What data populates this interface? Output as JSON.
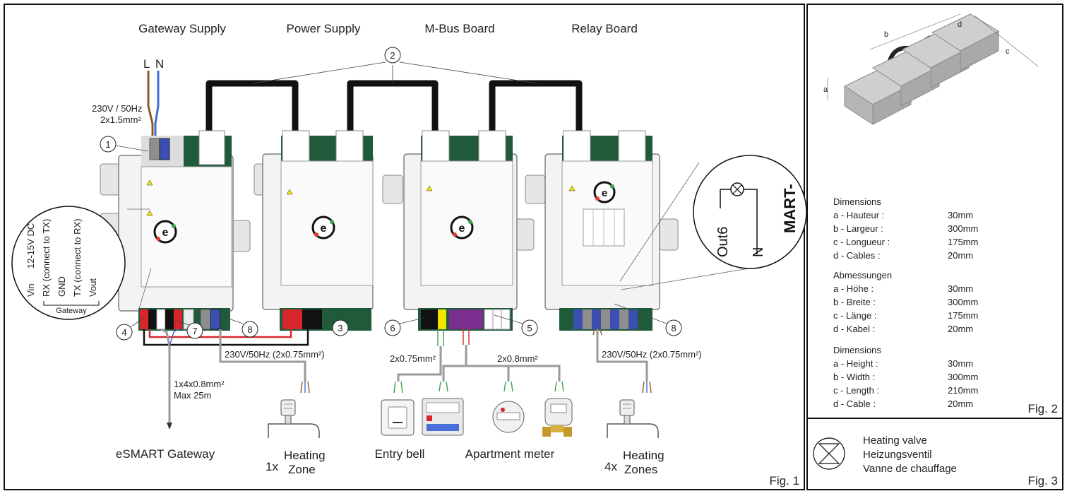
{
  "fig1": {
    "headers": [
      "Gateway Supply",
      "Power Supply",
      "M-Bus Board",
      "Relay Board"
    ],
    "line_labels": [
      "L",
      "N"
    ],
    "supply_voltage": "230V / 50Hz",
    "supply_cable": "2x1.5mm²",
    "callouts": [
      "1",
      "2",
      "3",
      "4",
      "5",
      "6",
      "7",
      "8",
      "8"
    ],
    "zoom_left": {
      "vin_text": "12-15V DC",
      "vin": "Vin",
      "rx": "RX (connect to TX)",
      "gnd": "GND",
      "tx": "TX (connect to RX)",
      "vout": "Vout",
      "gateway": "Gateway"
    },
    "zoom_right": {
      "out": "Out6",
      "n": "N",
      "brand": "MART-"
    },
    "cable_labels": {
      "gateway_cable": "1x4x0.8mm²",
      "gateway_max": "Max 25m",
      "zone1": "230V/50Hz (2x0.75mm²)",
      "bell": "2x0.75mm²",
      "meter": "2x0.8mm²",
      "zones4": "230V/50Hz (2x0.75mm²)"
    },
    "bottom_labels": {
      "gateway": "eSMART Gateway",
      "zone1_prefix": "1x",
      "zone1_a": "Heating",
      "zone1_b": "Zone",
      "bell": "Entry bell",
      "meter": "Apartment meter",
      "zones4_prefix": "4x",
      "zones4_a": "Heating",
      "zones4_b": "Zones"
    },
    "label": "Fig. 1"
  },
  "fig2": {
    "letters": [
      "a",
      "b",
      "c",
      "d"
    ],
    "groups": [
      {
        "title": "Dimensions",
        "rows": [
          {
            "k": "a - Hauteur :",
            "v": "30mm"
          },
          {
            "k": "b - Largeur :",
            "v": "300mm"
          },
          {
            "k": "c - Longueur :",
            "v": "175mm"
          },
          {
            "k": "d - Cables :",
            "v": "20mm"
          }
        ]
      },
      {
        "title": "Abmessungen",
        "rows": [
          {
            "k": "a - Höhe :",
            "v": "30mm"
          },
          {
            "k": "b - Breite :",
            "v": "300mm"
          },
          {
            "k": "c - Länge :",
            "v": "175mm"
          },
          {
            "k": "d - Kabel :",
            "v": "20mm"
          }
        ]
      },
      {
        "title": "Dimensions",
        "rows": [
          {
            "k": "a - Height :",
            "v": "30mm"
          },
          {
            "k": "b - Width :",
            "v": "300mm"
          },
          {
            "k": "c - Length :",
            "v": "210mm"
          },
          {
            "k": "d - Cable :",
            "v": "20mm"
          }
        ]
      }
    ],
    "label": "Fig. 2"
  },
  "fig3": {
    "lines": [
      "Heating valve",
      "Heizungsventil",
      "Vanne de chauffage"
    ],
    "label": "Fig. 3"
  },
  "colors": {
    "cable_black": "#111111",
    "wire_red": "#d7262b",
    "pcb_green": "#1f5a3a",
    "terminal_blue": "#3a4fb0",
    "terminal_purple": "#7a2e8e",
    "terminal_yellow": "#f3e400",
    "module_body": "#f2f2f2",
    "brand_green": "#3aa54a",
    "brand_red": "#e23a2e"
  }
}
